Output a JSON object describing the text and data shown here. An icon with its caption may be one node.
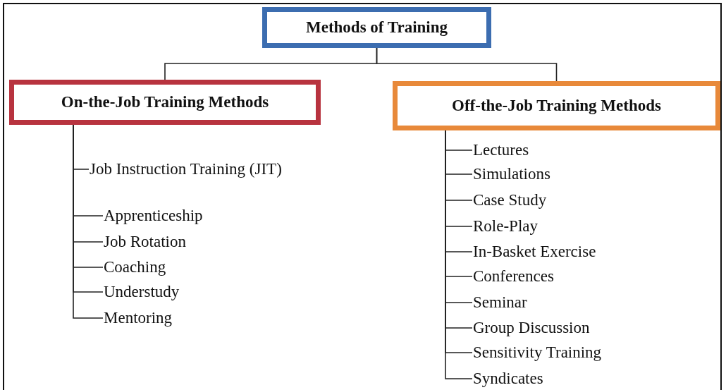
{
  "diagram": {
    "nodes": [
      {
        "text": [
          "Methods of Training"
        ]
      },
      {
        "text": [
          "On-the-Job Training Methods"
        ]
      },
      {
        "text": [
          "Off-the-Job Training Methods"
        ]
      },
      {
        "text": [
          "Job Instruction Training (JIT)"
        ]
      },
      {
        "text": [
          "Apprenticeship"
        ]
      },
      {
        "text": [
          "Job Rotation"
        ]
      },
      {
        "text": [
          "Coaching"
        ]
      },
      {
        "text": [
          "Understudy"
        ]
      },
      {
        "text": [
          "Mentoring"
        ]
      },
      {
        "text": [
          "Lectures"
        ]
      },
      {
        "text": [
          "Simulations"
        ]
      },
      {
        "text": [
          "Case Study"
        ]
      },
      {
        "text": [
          "Role-Play"
        ]
      },
      {
        "text": [
          "In-Basket Exercise"
        ]
      },
      {
        "text": [
          "Conferences"
        ]
      },
      {
        "text": [
          "Seminar"
        ]
      },
      {
        "text": [
          "Group Discussion"
        ]
      },
      {
        "text": [
          "Sensitivity Training"
        ]
      },
      {
        "text": [
          "Syndicates"
        ]
      }
    ],
    "edges": [
      {
        "from": 0,
        "to": 1,
        "arrow": "none"
      },
      {
        "from": 0,
        "to": 2,
        "arrow": "none"
      },
      {
        "from": 1,
        "to": 3,
        "arrow": "none"
      },
      {
        "from": 1,
        "to": 4,
        "arrow": "none"
      },
      {
        "from": 1,
        "to": 5,
        "arrow": "none"
      },
      {
        "from": 1,
        "to": 6,
        "arrow": "none"
      },
      {
        "from": 1,
        "to": 7,
        "arrow": "none"
      },
      {
        "from": 1,
        "to": 8,
        "arrow": "none"
      },
      {
        "from": 2,
        "to": 9,
        "arrow": "none"
      },
      {
        "from": 2,
        "to": 10,
        "arrow": "none"
      },
      {
        "from": 2,
        "to": 11,
        "arrow": "none"
      },
      {
        "from": 2,
        "to": 12,
        "arrow": "none"
      },
      {
        "from": 2,
        "to": 13,
        "arrow": "none"
      },
      {
        "from": 2,
        "to": 14,
        "arrow": "none"
      },
      {
        "from": 2,
        "to": 15,
        "arrow": "none"
      },
      {
        "from": 2,
        "to": 16,
        "arrow": "none"
      },
      {
        "from": 2,
        "to": 17,
        "arrow": "none"
      },
      {
        "from": 2,
        "to": 18,
        "arrow": "none"
      }
    ]
  }
}
